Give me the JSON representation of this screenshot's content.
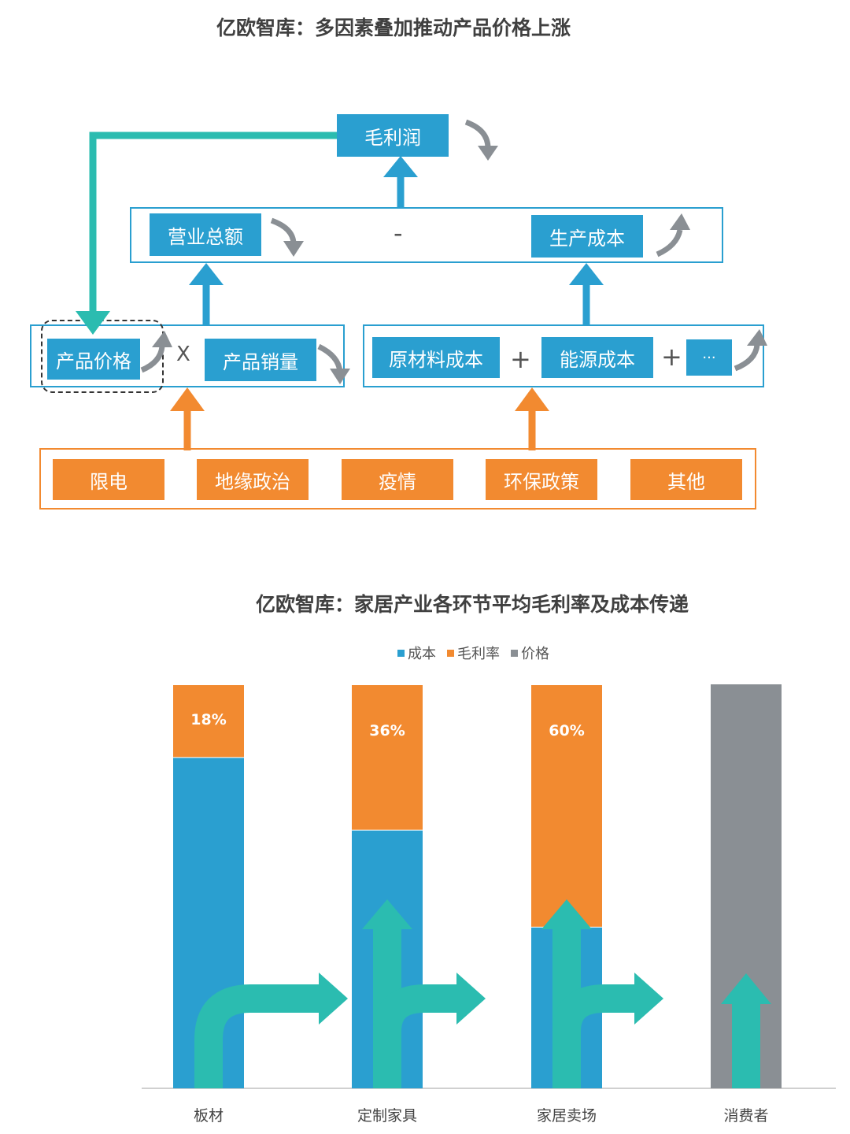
{
  "diagram": {
    "title": "亿欧智库：多因素叠加推动产品价格上涨",
    "top_box": "毛利润",
    "revenue": "营业总额",
    "minus": "-",
    "cost": "生产成本",
    "price": "产品价格",
    "times": "X",
    "volume": "产品销量",
    "raw_material": "原材料成本",
    "plus1": "+",
    "energy": "能源成本",
    "plus2": "+",
    "more": "···",
    "factors": [
      "限电",
      "地缘政治",
      "疫情",
      "环保政策",
      "其他"
    ],
    "colors": {
      "blue": "#2a9fd0",
      "orange": "#f28a30",
      "teal": "#2bbcb0",
      "gray": "#8a8f94"
    }
  },
  "chart_data": {
    "type": "bar",
    "title": "亿欧智库：家居产业各环节平均毛利率及成本传递",
    "categories": [
      "板材",
      "定制家具",
      "家居卖场",
      "消费者"
    ],
    "series": [
      {
        "name": "成本",
        "values": [
          82,
          64,
          40,
          0
        ],
        "color": "#2a9fd0"
      },
      {
        "name": "毛利率",
        "values": [
          18,
          36,
          60,
          0
        ],
        "color": "#f28a30"
      },
      {
        "name": "价格",
        "values": [
          0,
          0,
          0,
          100
        ],
        "color": "#8a8f94"
      }
    ],
    "data_labels": [
      "18%",
      "36%",
      "60%",
      ""
    ],
    "legend": [
      "成本",
      "毛利率",
      "价格"
    ],
    "legend_position": "top",
    "ylim": [
      0,
      100
    ],
    "grid": false
  }
}
